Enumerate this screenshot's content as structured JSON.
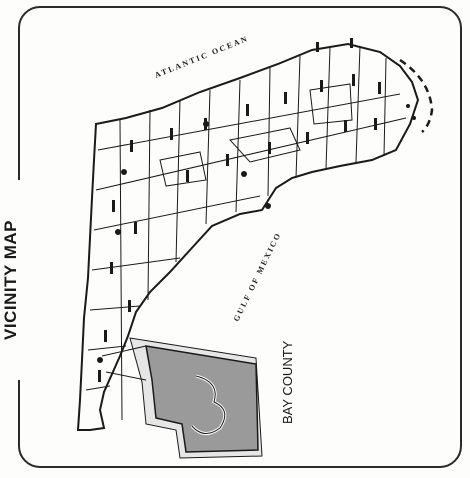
{
  "title": "VICINITY MAP",
  "labels": {
    "ocean": "ATLANTIC OCEAN",
    "gulf": "GULF OF MEXICO",
    "inset": "BAY COUNTY"
  },
  "colors": {
    "ink": "#1a1a1a",
    "paper": "#fdfdfc",
    "inset_fill": "#9a9a9a"
  }
}
